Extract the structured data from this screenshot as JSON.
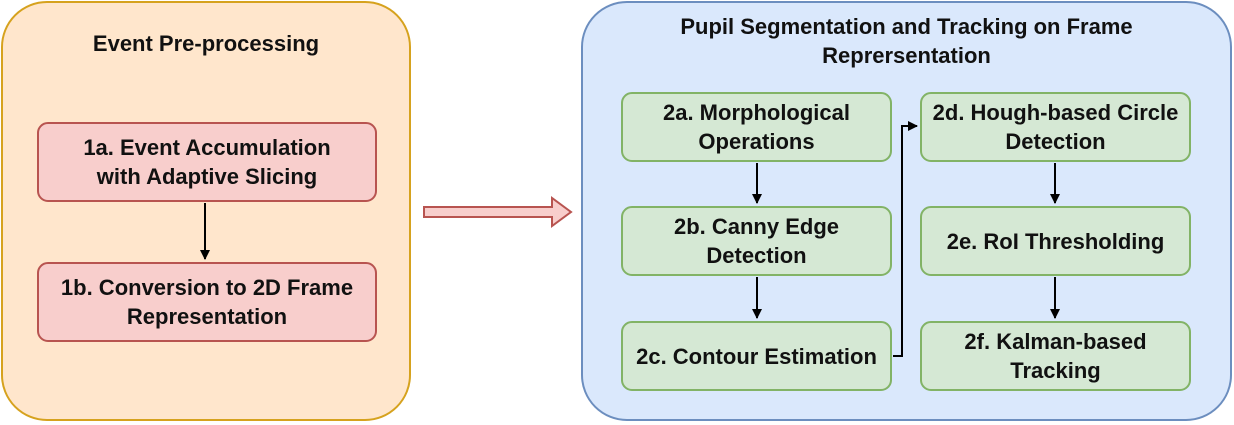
{
  "panels": {
    "preprocessing": {
      "title": "Event Pre-processing",
      "steps": {
        "s1a": "1a. Event Accumulation with Adaptive Slicing",
        "s1b": "1b. Conversion to 2D Frame Representation"
      }
    },
    "segmentation": {
      "title": "Pupil Segmentation and Tracking on Frame Reprersentation",
      "steps": {
        "s2a": "2a. Morphological Operations",
        "s2b": "2b. Canny Edge Detection",
        "s2c": "2c. Contour Estimation",
        "s2d": "2d. Hough-based Circle Detection",
        "s2e": "2e. RoI Thresholding",
        "s2f": "2f. Kalman-based Tracking"
      }
    }
  },
  "colors": {
    "preprocessing_fill": "#ffe6cc",
    "preprocessing_border": "#d6a21e",
    "segmentation_fill": "#dae8fc",
    "segmentation_border": "#6c8ebf",
    "red_step_fill": "#f8cecc",
    "red_step_border": "#b85450",
    "green_step_fill": "#d5e8d4",
    "green_step_border": "#82b366",
    "connector_arrow_fill": "#f8cecc",
    "connector_arrow_border": "#b85450"
  }
}
